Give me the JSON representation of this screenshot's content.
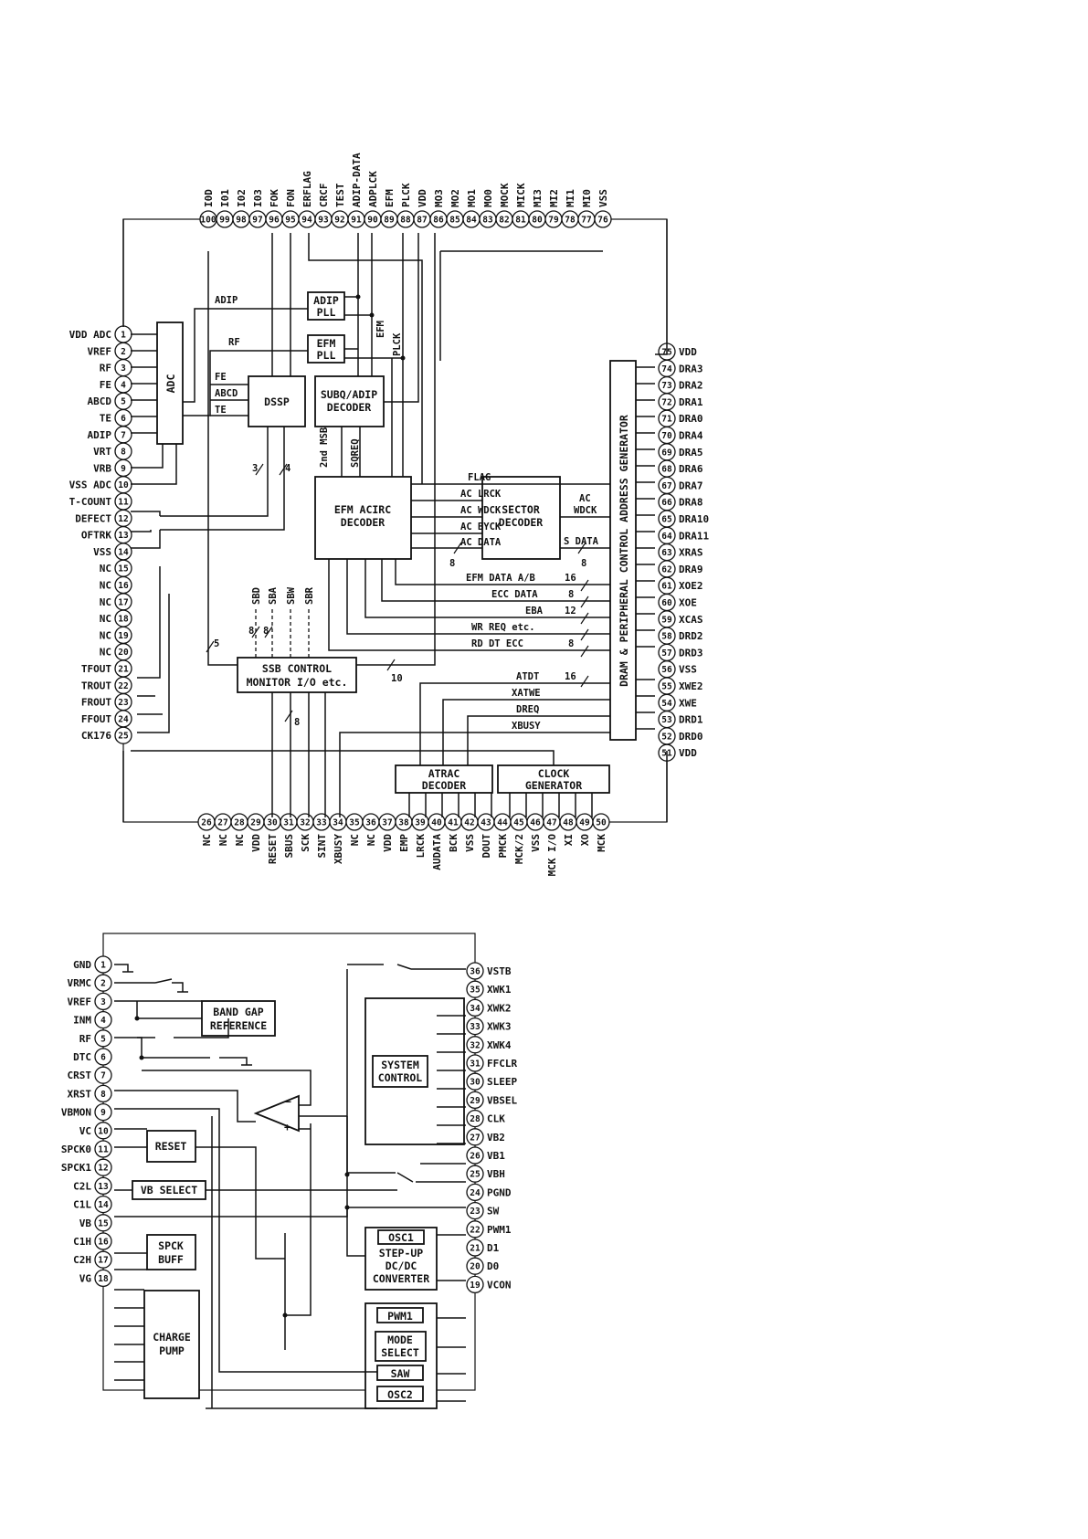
{
  "ic1": {
    "top_pins": [
      {
        "n": "100",
        "label": "I0D"
      },
      {
        "n": "99",
        "label": "I01"
      },
      {
        "n": "98",
        "label": "I02"
      },
      {
        "n": "97",
        "label": "I03"
      },
      {
        "n": "96",
        "label": "FOK"
      },
      {
        "n": "95",
        "label": "FON"
      },
      {
        "n": "94",
        "label": "ERFLAG"
      },
      {
        "n": "93",
        "label": "CRCF"
      },
      {
        "n": "92",
        "label": "TEST"
      },
      {
        "n": "91",
        "label": "ADIP-DATA"
      },
      {
        "n": "90",
        "label": "ADPLCK"
      },
      {
        "n": "89",
        "label": "EFM"
      },
      {
        "n": "88",
        "label": "PLCK"
      },
      {
        "n": "87",
        "label": "VDD"
      },
      {
        "n": "86",
        "label": "MO3"
      },
      {
        "n": "85",
        "label": "MO2"
      },
      {
        "n": "84",
        "label": "MO1"
      },
      {
        "n": "83",
        "label": "MO0"
      },
      {
        "n": "82",
        "label": "MOCK"
      },
      {
        "n": "81",
        "label": "MICK"
      },
      {
        "n": "80",
        "label": "MI3"
      },
      {
        "n": "79",
        "label": "MI2"
      },
      {
        "n": "78",
        "label": "MI1"
      },
      {
        "n": "77",
        "label": "MI0"
      },
      {
        "n": "76",
        "label": "VSS"
      }
    ],
    "left_pins": [
      {
        "n": "1",
        "label": "VDD ADC"
      },
      {
        "n": "2",
        "label": "VREF"
      },
      {
        "n": "3",
        "label": "RF"
      },
      {
        "n": "4",
        "label": "FE"
      },
      {
        "n": "5",
        "label": "ABCD"
      },
      {
        "n": "6",
        "label": "TE"
      },
      {
        "n": "7",
        "label": "ADIP"
      },
      {
        "n": "8",
        "label": "VRT"
      },
      {
        "n": "9",
        "label": "VRB"
      },
      {
        "n": "10",
        "label": "VSS ADC"
      },
      {
        "n": "11",
        "label": "T-COUNT"
      },
      {
        "n": "12",
        "label": "DEFECT"
      },
      {
        "n": "13",
        "label": "OFTRK"
      },
      {
        "n": "14",
        "label": "VSS"
      },
      {
        "n": "15",
        "label": "NC"
      },
      {
        "n": "16",
        "label": "NC"
      },
      {
        "n": "17",
        "label": "NC"
      },
      {
        "n": "18",
        "label": "NC"
      },
      {
        "n": "19",
        "label": "NC"
      },
      {
        "n": "20",
        "label": "NC"
      },
      {
        "n": "21",
        "label": "TFOUT"
      },
      {
        "n": "22",
        "label": "TROUT"
      },
      {
        "n": "23",
        "label": "FROUT"
      },
      {
        "n": "24",
        "label": "FFOUT"
      },
      {
        "n": "25",
        "label": "CK176"
      }
    ],
    "right_pins": [
      {
        "n": "75",
        "label": "VDD"
      },
      {
        "n": "74",
        "label": "DRA3"
      },
      {
        "n": "73",
        "label": "DRA2"
      },
      {
        "n": "72",
        "label": "DRA1"
      },
      {
        "n": "71",
        "label": "DRA0"
      },
      {
        "n": "70",
        "label": "DRA4"
      },
      {
        "n": "69",
        "label": "DRA5"
      },
      {
        "n": "68",
        "label": "DRA6"
      },
      {
        "n": "67",
        "label": "DRA7"
      },
      {
        "n": "66",
        "label": "DRA8"
      },
      {
        "n": "65",
        "label": "DRA10"
      },
      {
        "n": "64",
        "label": "DRA11"
      },
      {
        "n": "63",
        "label": "XRAS"
      },
      {
        "n": "62",
        "label": "DRA9"
      },
      {
        "n": "61",
        "label": "XOE2"
      },
      {
        "n": "60",
        "label": "XOE"
      },
      {
        "n": "59",
        "label": "XCAS"
      },
      {
        "n": "58",
        "label": "DRD2"
      },
      {
        "n": "57",
        "label": "DRD3"
      },
      {
        "n": "56",
        "label": "VSS"
      },
      {
        "n": "55",
        "label": "XWE2"
      },
      {
        "n": "54",
        "label": "XWE"
      },
      {
        "n": "53",
        "label": "DRD1"
      },
      {
        "n": "52",
        "label": "DRD0"
      },
      {
        "n": "51",
        "label": "VDD"
      }
    ],
    "bottom_pins": [
      {
        "n": "26",
        "label": "NC"
      },
      {
        "n": "27",
        "label": "NC"
      },
      {
        "n": "28",
        "label": "NC"
      },
      {
        "n": "29",
        "label": "VDD"
      },
      {
        "n": "30",
        "label": "RESET"
      },
      {
        "n": "31",
        "label": "SBUS"
      },
      {
        "n": "32",
        "label": "SCK"
      },
      {
        "n": "33",
        "label": "SINT"
      },
      {
        "n": "34",
        "label": "XBUSY"
      },
      {
        "n": "35",
        "label": "NC"
      },
      {
        "n": "36",
        "label": "NC"
      },
      {
        "n": "37",
        "label": "VDD"
      },
      {
        "n": "38",
        "label": "EMP"
      },
      {
        "n": "39",
        "label": "LRCK"
      },
      {
        "n": "40",
        "label": "AUDATA"
      },
      {
        "n": "41",
        "label": "BCK"
      },
      {
        "n": "42",
        "label": "VSS"
      },
      {
        "n": "43",
        "label": "DOUT"
      },
      {
        "n": "44",
        "label": "PMCK"
      },
      {
        "n": "45",
        "label": "MCK/2"
      },
      {
        "n": "46",
        "label": "VSS"
      },
      {
        "n": "47",
        "label": "MCK I/O"
      },
      {
        "n": "48",
        "label": "XI"
      },
      {
        "n": "49",
        "label": "XO"
      },
      {
        "n": "50",
        "label": "MCK"
      }
    ],
    "blocks": {
      "adc": "ADC",
      "dssp": "DSSP",
      "adip_pll": [
        "ADIP",
        "PLL"
      ],
      "efm_pll": [
        "EFM",
        "PLL"
      ],
      "subq": [
        "SUBQ/ADIP",
        "DECODER"
      ],
      "efm_acirc": [
        "EFM ACIRC",
        "DECODER"
      ],
      "sector": [
        "SECTOR",
        "DECODER"
      ],
      "dram_gen": "DRAM & PERIPHERAL CONTROL ADDRESS GENERATOR",
      "ssb": [
        "SSB CONTROL",
        "MONITOR I/O etc."
      ],
      "atrac": [
        "ATRAC",
        "DECODER"
      ],
      "clock": [
        "CLOCK",
        "GENERATOR"
      ]
    },
    "signals": {
      "adip": "ADIP",
      "rf": "RF",
      "fe": "FE",
      "abcd": "ABCD",
      "te": "TE",
      "efm": "EFM",
      "plck": "PLCK",
      "msb": "2nd MSB",
      "sqreq": "SQREQ",
      "flag": "FLAG",
      "ac_lrck": "AC LRCK",
      "ac_wdck": "AC WDCK",
      "ac_byck": "AC BYCK",
      "ac_data": "AC DATA",
      "ac_wdck2": [
        "AC",
        "WDCK"
      ],
      "s_data": "S DATA",
      "efm_data": "EFM DATA A/B",
      "ecc_data": "ECC DATA",
      "eba": "EBA",
      "wr_req": "WR REQ etc.",
      "rd_dt": "RD DT ECC",
      "atdt": "ATDT",
      "xatwe": "XATWE",
      "dreq": "DREQ",
      "xbusy": "XBUSY",
      "sbd": "SBD",
      "sba": "SBA",
      "sbw": "SBW",
      "sbr": "SBR"
    },
    "bus_widths": {
      "b3": "3",
      "b4": "4",
      "b8a": "8",
      "b8b": "8",
      "b16a": "16",
      "b8c": "8",
      "b12": "12",
      "b8d": "8",
      "b5": "5",
      "b8e": "8",
      "b8f": "8",
      "b10": "10",
      "b16b": "16",
      "b8g": "8"
    }
  },
  "ic2": {
    "left_pins": [
      {
        "n": "1",
        "label": "GND"
      },
      {
        "n": "2",
        "label": "VRMC"
      },
      {
        "n": "3",
        "label": "VREF"
      },
      {
        "n": "4",
        "label": "INM"
      },
      {
        "n": "5",
        "label": "RF"
      },
      {
        "n": "6",
        "label": "DTC"
      },
      {
        "n": "7",
        "label": "CRST"
      },
      {
        "n": "8",
        "label": "XRST"
      },
      {
        "n": "9",
        "label": "VBMON"
      },
      {
        "n": "10",
        "label": "VC"
      },
      {
        "n": "11",
        "label": "SPCK0"
      },
      {
        "n": "12",
        "label": "SPCK1"
      },
      {
        "n": "13",
        "label": "C2L"
      },
      {
        "n": "14",
        "label": "C1L"
      },
      {
        "n": "15",
        "label": "VB"
      },
      {
        "n": "16",
        "label": "C1H"
      },
      {
        "n": "17",
        "label": "C2H"
      },
      {
        "n": "18",
        "label": "VG"
      }
    ],
    "right_pins": [
      {
        "n": "36",
        "label": "VSTB"
      },
      {
        "n": "35",
        "label": "XWK1"
      },
      {
        "n": "34",
        "label": "XWK2"
      },
      {
        "n": "33",
        "label": "XWK3"
      },
      {
        "n": "32",
        "label": "XWK4"
      },
      {
        "n": "31",
        "label": "FFCLR"
      },
      {
        "n": "30",
        "label": "SLEEP"
      },
      {
        "n": "29",
        "label": "VBSEL"
      },
      {
        "n": "28",
        "label": "CLK"
      },
      {
        "n": "27",
        "label": "VB2"
      },
      {
        "n": "26",
        "label": "VB1"
      },
      {
        "n": "25",
        "label": "VBH"
      },
      {
        "n": "24",
        "label": "PGND"
      },
      {
        "n": "23",
        "label": "SW"
      },
      {
        "n": "22",
        "label": "PWM1"
      },
      {
        "n": "21",
        "label": "D1"
      },
      {
        "n": "20",
        "label": "D0"
      },
      {
        "n": "19",
        "label": "VCON"
      }
    ],
    "blocks": {
      "bandgap": [
        "BAND GAP",
        "REFERENCE"
      ],
      "sysctl": [
        "SYSTEM",
        "CONTROL"
      ],
      "reset": "RESET",
      "vbsel": "VB SELECT",
      "spck": [
        "SPCK",
        "BUFF"
      ],
      "charge": [
        "CHARGE",
        "PUMP"
      ],
      "osc1": "OSC1",
      "stepup": [
        "STEP-UP",
        "DC/DC",
        "CONVERTER"
      ],
      "pwm1": "PWM1",
      "mode": [
        "MODE",
        "SELECT"
      ],
      "saw": "SAW",
      "osc2": "OSC2",
      "opamp_minus": "−",
      "opamp_plus": "+"
    }
  }
}
